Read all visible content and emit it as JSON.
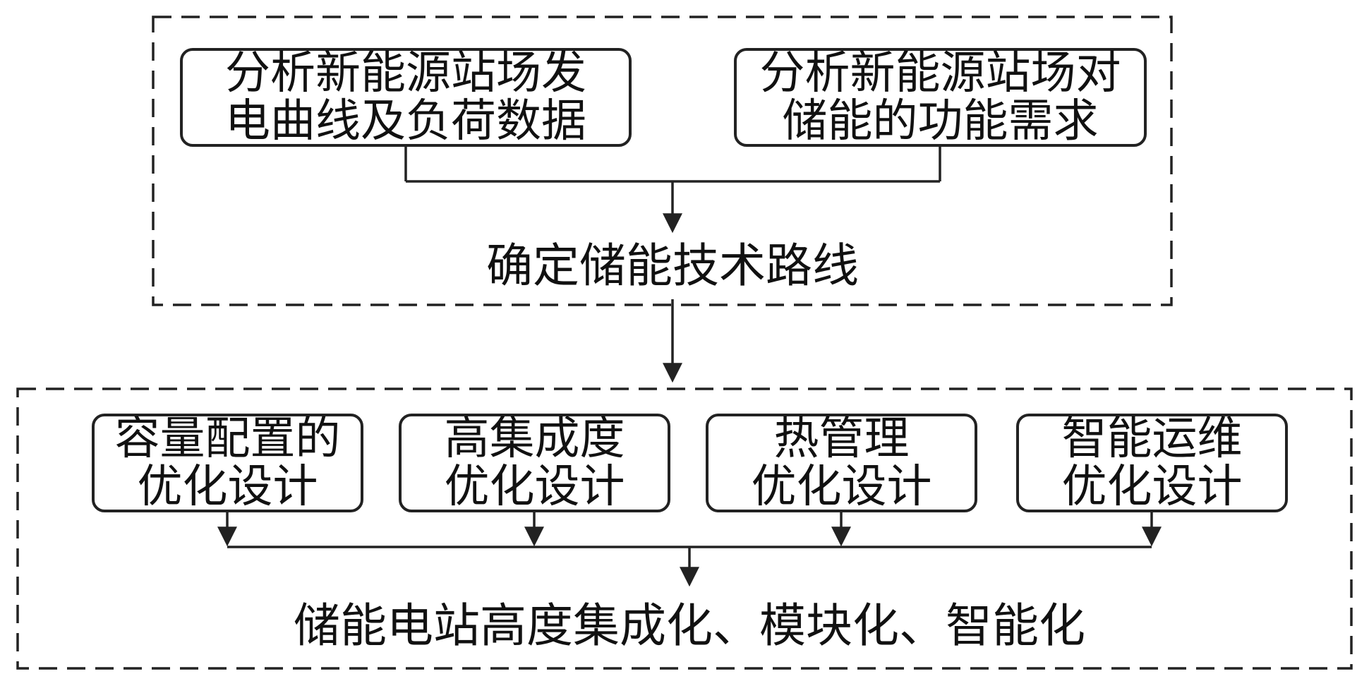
{
  "diagram": {
    "top_group": {
      "box_generation": {
        "line1": "分析新能源站场发",
        "line2": "电曲线及负荷数据"
      },
      "box_demand": {
        "line1": "分析新能源站场对",
        "line2": "储能的功能需求"
      },
      "result_label": "确定储能技术路线"
    },
    "bottom_group": {
      "boxes": [
        {
          "line1": "容量配置的",
          "line2": "优化设计"
        },
        {
          "line1": "高集成度",
          "line2": "优化设计"
        },
        {
          "line1": "热管理",
          "line2": "优化设计"
        },
        {
          "line1": "智能运维",
          "line2": "优化设计"
        }
      ],
      "result_label": "储能电站高度集成化、模块化、智能化"
    },
    "colors": {
      "line": "#222222",
      "text": "#111111",
      "background": "#ffffff"
    }
  }
}
